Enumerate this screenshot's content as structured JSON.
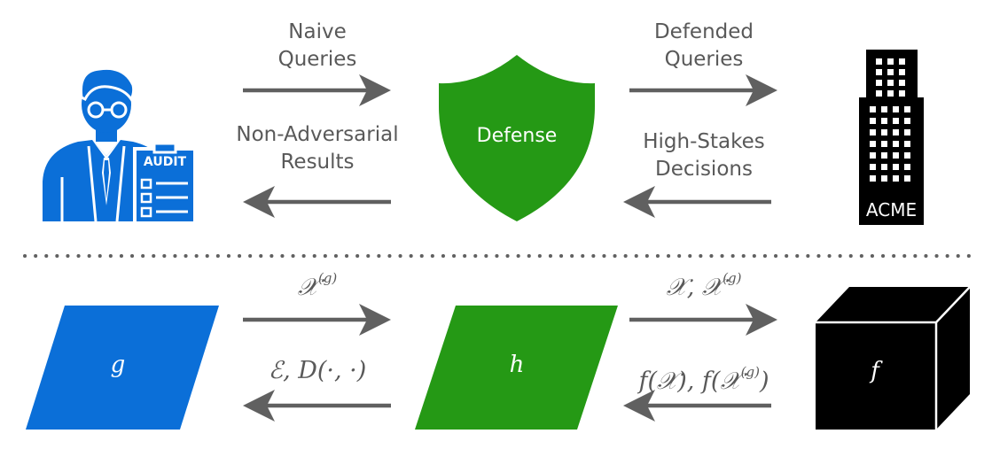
{
  "top_row": {
    "auditor": {
      "clipboard_label": "AUDIT",
      "icon": "auditor-icon"
    },
    "defense": {
      "label": "Defense",
      "icon": "shield-icon"
    },
    "company": {
      "label": "ACME",
      "icon": "building-icon"
    },
    "arrows": {
      "naive_queries": [
        "Naive",
        "Queries"
      ],
      "non_adversarial_results": [
        "Non-Adversarial",
        "Results"
      ],
      "defended_queries": [
        "Defended",
        "Queries"
      ],
      "high_stakes_decisions": [
        "High-Stakes",
        "Decisions"
      ]
    }
  },
  "bottom_row": {
    "g_node": {
      "label": "g"
    },
    "h_node": {
      "label": "h"
    },
    "f_node": {
      "label": "f",
      "icon": "black-box-cube-icon"
    },
    "arrows": {
      "g_to_h": {
        "base": "𝒳",
        "sup": "(g)"
      },
      "h_to_g": "ℰ, D(·, ·)",
      "h_to_f": {
        "base": "𝒳, 𝒳",
        "sup": "(g)"
      },
      "f_to_h": {
        "pre": "f(𝒳), f(𝒳",
        "sup": "(g)",
        "post": ")"
      }
    }
  },
  "colors": {
    "auditor_blue": "#0b6fd8",
    "defense_green": "#259915",
    "box_black": "#000000",
    "arrow_gray": "#606060",
    "text_gray": "#595959"
  }
}
